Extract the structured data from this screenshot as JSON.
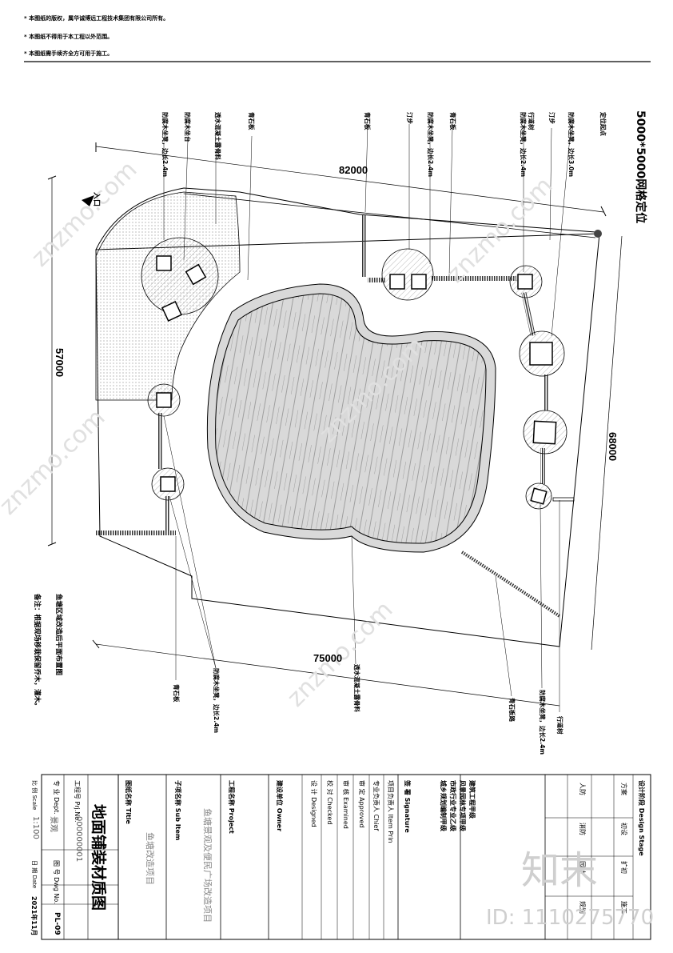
{
  "notes": [
    "* 本图纸的版权，属华诚博远工程技术集团有限公司所有。",
    "* 本图纸不得用于本工程以外范围。",
    "* 本图纸需手续齐全方可用于施工。"
  ],
  "plan": {
    "grid_title": "5000*5000网格定位",
    "dims": {
      "top": "82000",
      "left": "57000",
      "right": "68000",
      "bottom": "75000"
    },
    "entrance": "入口",
    "top_labels": [
      "防腐木坐凳，边长2.4m",
      "防腐木坐台",
      "透水混凝土露骨料",
      "青石板",
      "防腐木坐凳，边长2.4m",
      "青石板",
      "汀步",
      "青石板",
      "防腐木坐凳，边长2.4m",
      "行道树",
      "汀步",
      "防腐木坐凳，边长3.0m",
      "定位起点"
    ],
    "bottom_labels": [
      "青石板",
      "防腐木坐凳，边长2.4m",
      "透水混凝土露骨料",
      "青石板路",
      "防腐木坐凳，边长2.4m",
      "行道树"
    ],
    "remarks": [
      "鱼塘区域改造后平面布置图",
      "备注：根据现场移栽保留乔木，灌木。"
    ]
  },
  "titleblock": {
    "design_stage_label": "设计阶段 Design Stage",
    "stages": [
      "方案",
      "初设",
      "扩初",
      "施工"
    ],
    "approvals": [
      "人防",
      "消防",
      "园林",
      "规划"
    ],
    "qualifications": [
      "建筑工程甲级",
      "风景园林专项甲级",
      "市政行业专业乙级",
      "城乡规划编制甲级"
    ],
    "sign_label": "签 署 Signature",
    "roles": [
      "项目负责人 Item Prin",
      "专业负责人 Chief",
      "审 定 Approved",
      "审 核 Examined",
      "校 对 Checked",
      "设 计 Designed"
    ],
    "owner_label": "建设单位 Owner",
    "project_label": "工程名称 Project",
    "project_name": "鱼塘景观及便民广场改造项目",
    "subitem_label": "子项名称 Sub Item",
    "subitem_name": "鱼塘改造项目",
    "drawing_title_label": "图纸名称 Title",
    "drawing_title": "地面铺装材质图",
    "proj_no_label": "工程号 Prj.No.",
    "proj_no": "000000001",
    "dept_label": "专 业 Dept.",
    "dept": "景观",
    "dwg_no_label": "图 号 Dwg No.",
    "dwg_no": "PL-09",
    "scale_label": "比 例 Scale",
    "scale": "1:100",
    "date_label": "日 期 Date",
    "date": "2021年11月"
  },
  "watermark": {
    "logo": "知末",
    "id": "ID: 1110275770",
    "site": "znzmo.com"
  }
}
